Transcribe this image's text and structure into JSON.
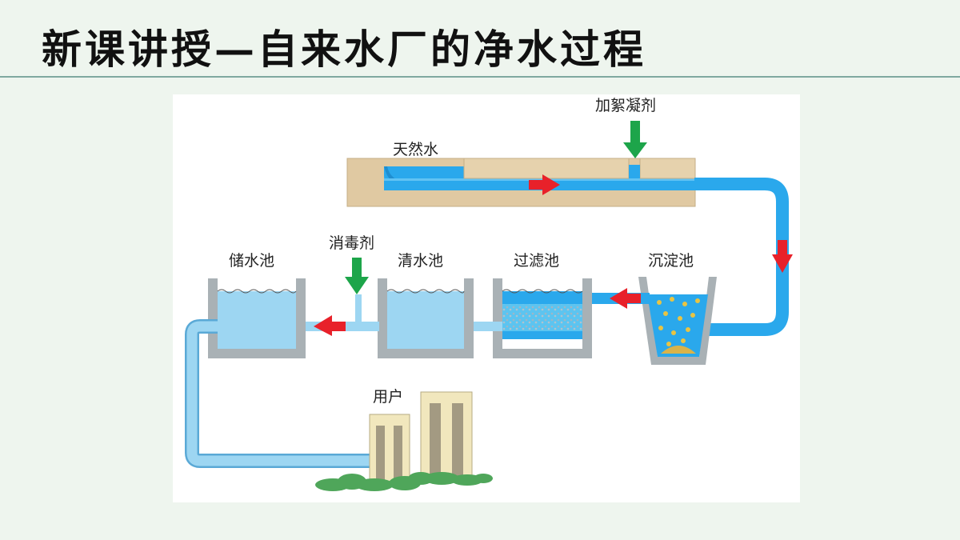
{
  "title": "新课讲授—自来水厂的净水过程",
  "labels": {
    "natural_water": "天然水",
    "coagulant": "加絮凝剂",
    "sedimentation_tank": "沉淀池",
    "filter_tank": "过滤池",
    "clear_water_tank": "清水池",
    "disinfectant": "消毒剂",
    "storage_tank": "储水池",
    "users": "用户"
  },
  "colors": {
    "water": "#2aa8ec",
    "water_light": "#9dd6f2",
    "ground": "#e0c9a2",
    "tank_wall": "#a9b1b5",
    "flow_arrow": "#e8212a",
    "dose_arrow": "#1da54a",
    "building": "#f1e7bd",
    "building_window": "#a39a82",
    "bush": "#4fa65a"
  },
  "icons": {
    "flow": "red-flow-arrow",
    "dose": "green-down-arrow"
  }
}
